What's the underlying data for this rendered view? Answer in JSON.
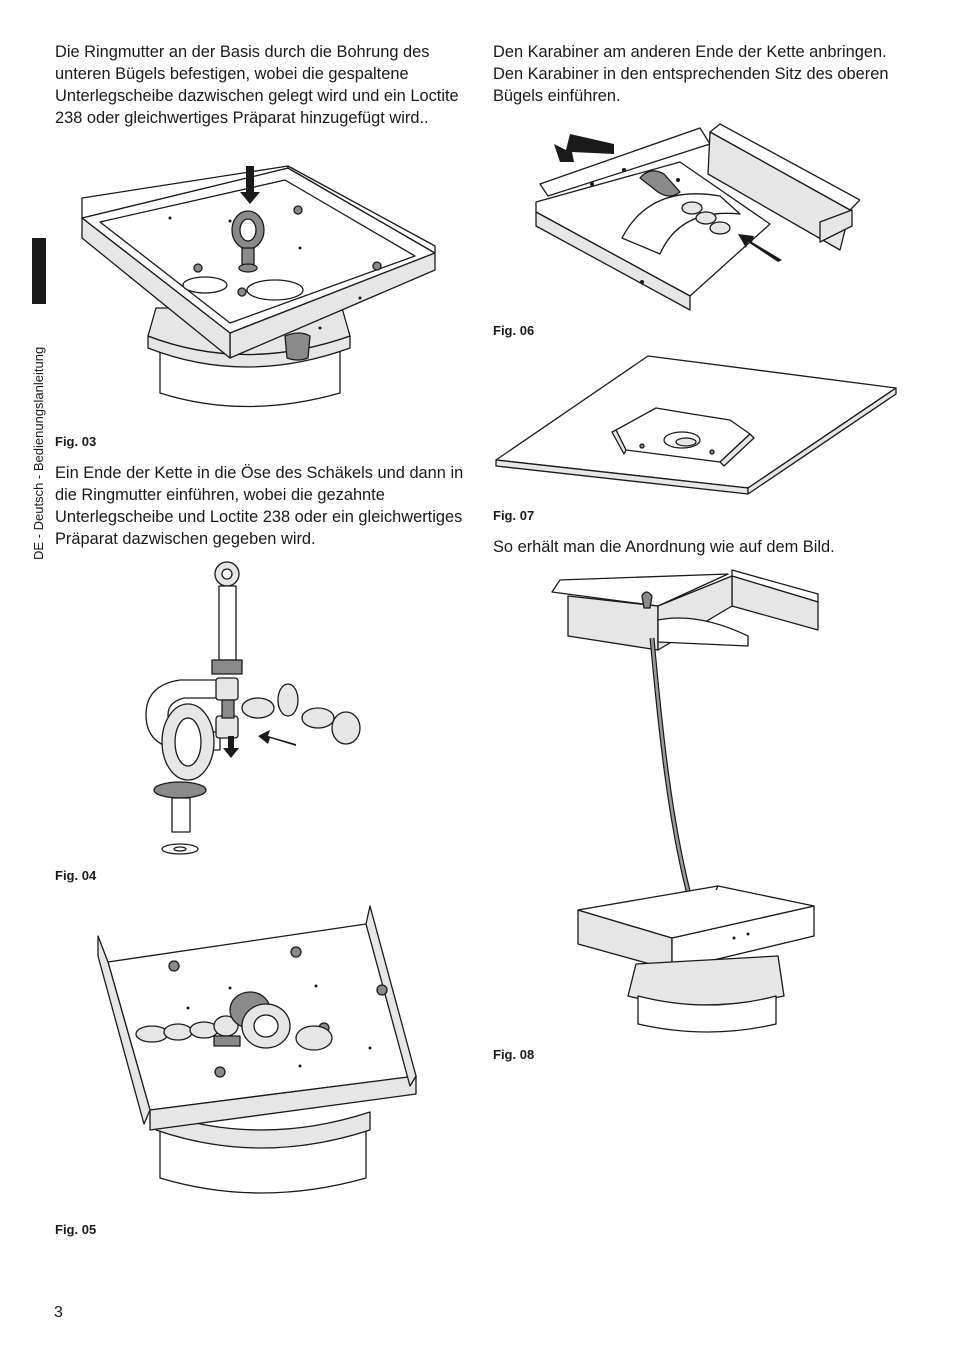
{
  "sidebar": {
    "label": "DE - Deutsch - Bedienungslanleitung"
  },
  "left": {
    "p1": "Die Ringmutter an der Basis durch die Bohrung des unteren Bügels befestigen, wobei die gespaltene Unterlegscheibe dazwischen gelegt wird und ein Loctite 238 oder gleichwertiges Präparat hinzugefügt wird..",
    "fig03": "Fig. 03",
    "p2": "Ein Ende der Kette in die Öse des Schäkels und dann in die Ringmutter einführen, wobei die gezahnte Unterlegscheibe und Loctite 238 oder ein gleichwertiges Präparat dazwischen gegeben wird.",
    "fig04": "Fig. 04",
    "fig05": "Fig. 05"
  },
  "right": {
    "p1": "Den Karabiner am anderen Ende der Kette anbringen. Den Karabiner in den entsprechenden Sitz des oberen Bügels einführen.",
    "fig06": "Fig. 06",
    "fig07": "Fig. 07",
    "p2": "So erhält man die Anordnung wie auf dem Bild.",
    "fig08": "Fig. 08"
  },
  "footer": {
    "page_number": "3"
  }
}
